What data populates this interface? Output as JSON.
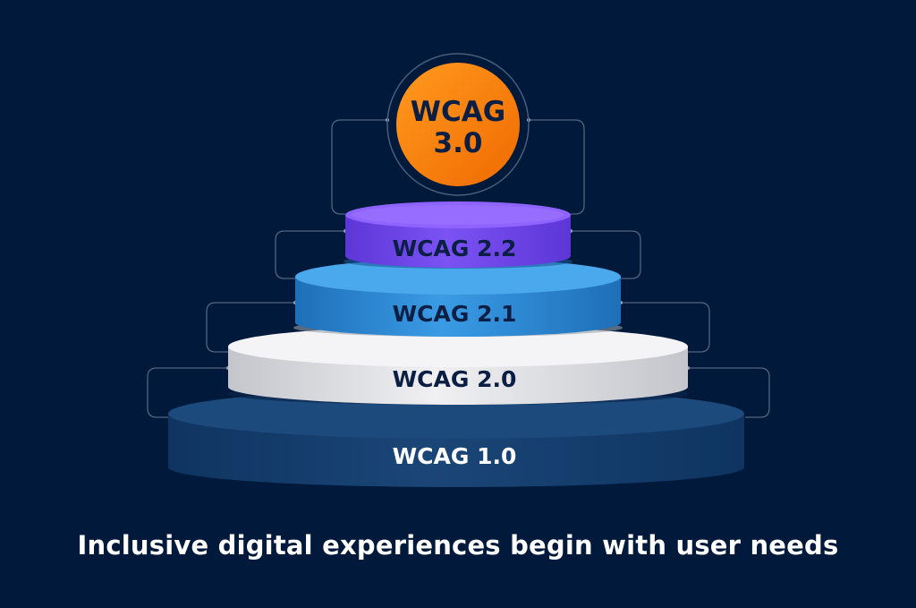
{
  "diagram": {
    "tiers": [
      {
        "id": "wcag-1-0",
        "label": "WCAG 1.0",
        "label_color": "#ffffff",
        "colors": {
          "top": "#1d4a7c",
          "side_light": "#1a4677",
          "side_dark": "#0f3461"
        }
      },
      {
        "id": "wcag-2-0",
        "label": "WCAG 2.0",
        "label_color": "#0b1f45",
        "colors": {
          "top": "#f4f4f6",
          "side_light": "#f0f0f2",
          "side_dark": "#c4c6cc"
        }
      },
      {
        "id": "wcag-2-1",
        "label": "WCAG 2.1",
        "label_color": "#0b1f45",
        "colors": {
          "top": "#4aa9ec",
          "side_light": "#3a9be5",
          "side_dark": "#1e6fb8"
        }
      },
      {
        "id": "wcag-2-2",
        "label": "WCAG 2.2",
        "label_color": "#0b1f45",
        "colors": {
          "top": "#8f63ff",
          "side_light": "#7b52f4",
          "side_dark": "#5d36d6"
        }
      }
    ],
    "top": {
      "line1": "WCAG",
      "line2": "3.0",
      "label_color": "#0b1f45",
      "colors": {
        "fill_light": "#ff9a1f",
        "fill_dark": "#f06a00",
        "ring": "#011a3b",
        "outline": "#4a5d7a"
      }
    },
    "connector_color": "#52647f",
    "background": "#011a3b"
  },
  "tagline": "Inclusive digital experiences begin with user needs"
}
